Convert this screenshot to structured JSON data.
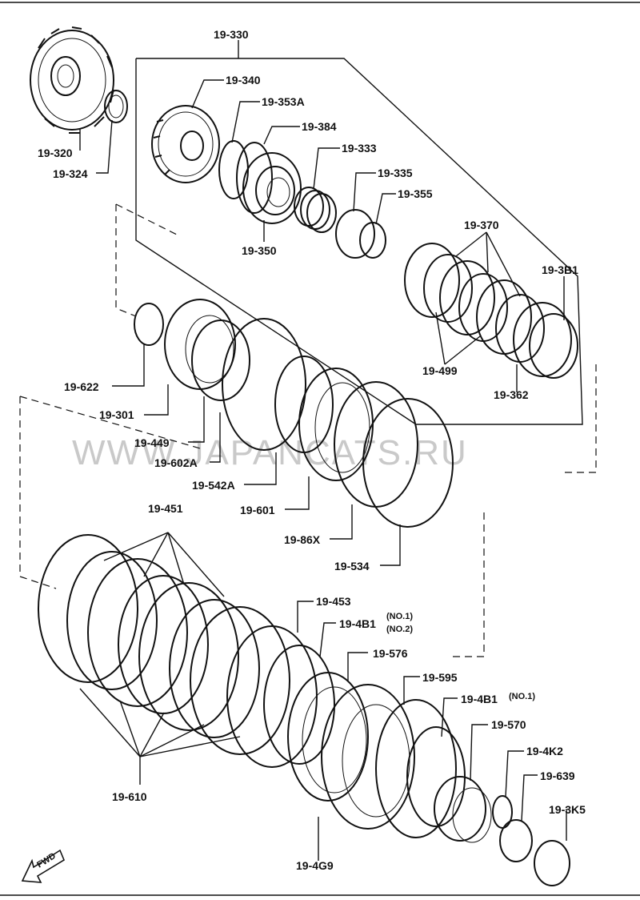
{
  "watermark": "WWW.JAPANCATS.RU",
  "fwd_label": "FWD",
  "parts": {
    "p19_330": "19-330",
    "p19_340": "19-340",
    "p19_353a": "19-353A",
    "p19_384": "19-384",
    "p19_333": "19-333",
    "p19_335": "19-335",
    "p19_355": "19-355",
    "p19_320": "19-320",
    "p19_324": "19-324",
    "p19_350": "19-350",
    "p19_370": "19-370",
    "p19_3b1": "19-3B1",
    "p19_499": "19-499",
    "p19_362": "19-362",
    "p19_622": "19-622",
    "p19_301": "19-301",
    "p19_449": "19-449",
    "p19_602a": "19-602A",
    "p19_542a": "19-542A",
    "p19_601": "19-601",
    "p19_86x": "19-86X",
    "p19_534": "19-534",
    "p19_451": "19-451",
    "p19_453": "19-453",
    "p19_4b1_a": "19-4B1",
    "p19_4b1_a_note1": "(NO.1)",
    "p19_4b1_a_note2": "(NO.2)",
    "p19_576": "19-576",
    "p19_595": "19-595",
    "p19_4b1_b": "19-4B1",
    "p19_4b1_b_note": "(NO.1)",
    "p19_570": "19-570",
    "p19_4k2": "19-4K2",
    "p19_639": "19-639",
    "p19_3k5": "19-3K5",
    "p19_610": "19-610",
    "p19_4g9": "19-4G9"
  }
}
